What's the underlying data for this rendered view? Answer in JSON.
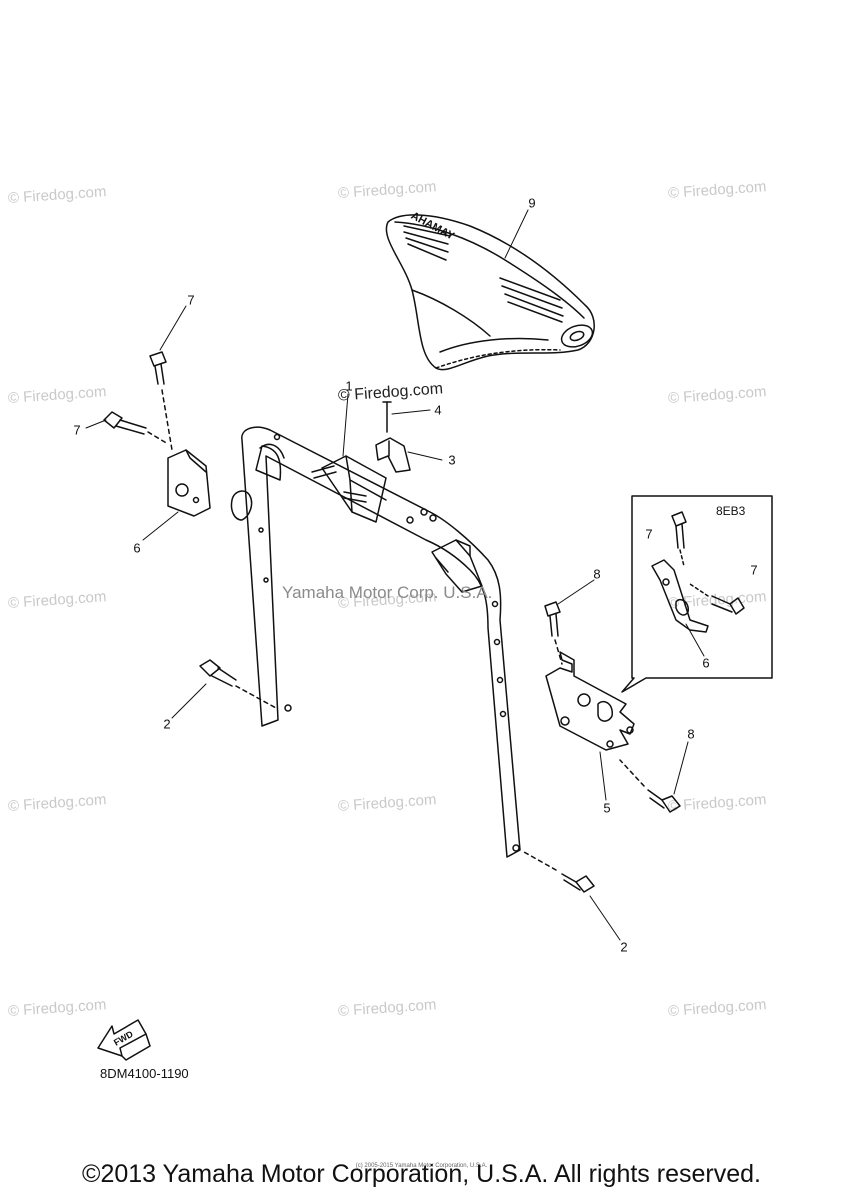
{
  "watermark": "© Firedog.com",
  "overlay_firedog": "© Firedog.com",
  "overlay_yamaha": "Yamaha Motor Corp. U.S.A.",
  "callouts": {
    "c1": "1",
    "c2a": "2",
    "c2b": "2",
    "c3": "3",
    "c4": "4",
    "c5": "5",
    "c6": "6",
    "c6_inset": "6",
    "c7a": "7",
    "c7b": "7",
    "c7_inset_a": "7",
    "c7_inset_b": "7",
    "c8a": "8",
    "c8b": "8",
    "c9": "9"
  },
  "inset_label": "8EB3",
  "fwd_label": "FWD",
  "seat_brand": "YAMAHA",
  "diagram_code": "8DM4100-1190",
  "tiny_notice": "(c) 2005-2015 Yamaha Motor Corporation, U.S.A.",
  "copyright": "©2013 Yamaha Motor Corporation, U.S.A. All rights reserved.",
  "colors": {
    "line": "#111111",
    "watermark": "#c9c9c9"
  }
}
